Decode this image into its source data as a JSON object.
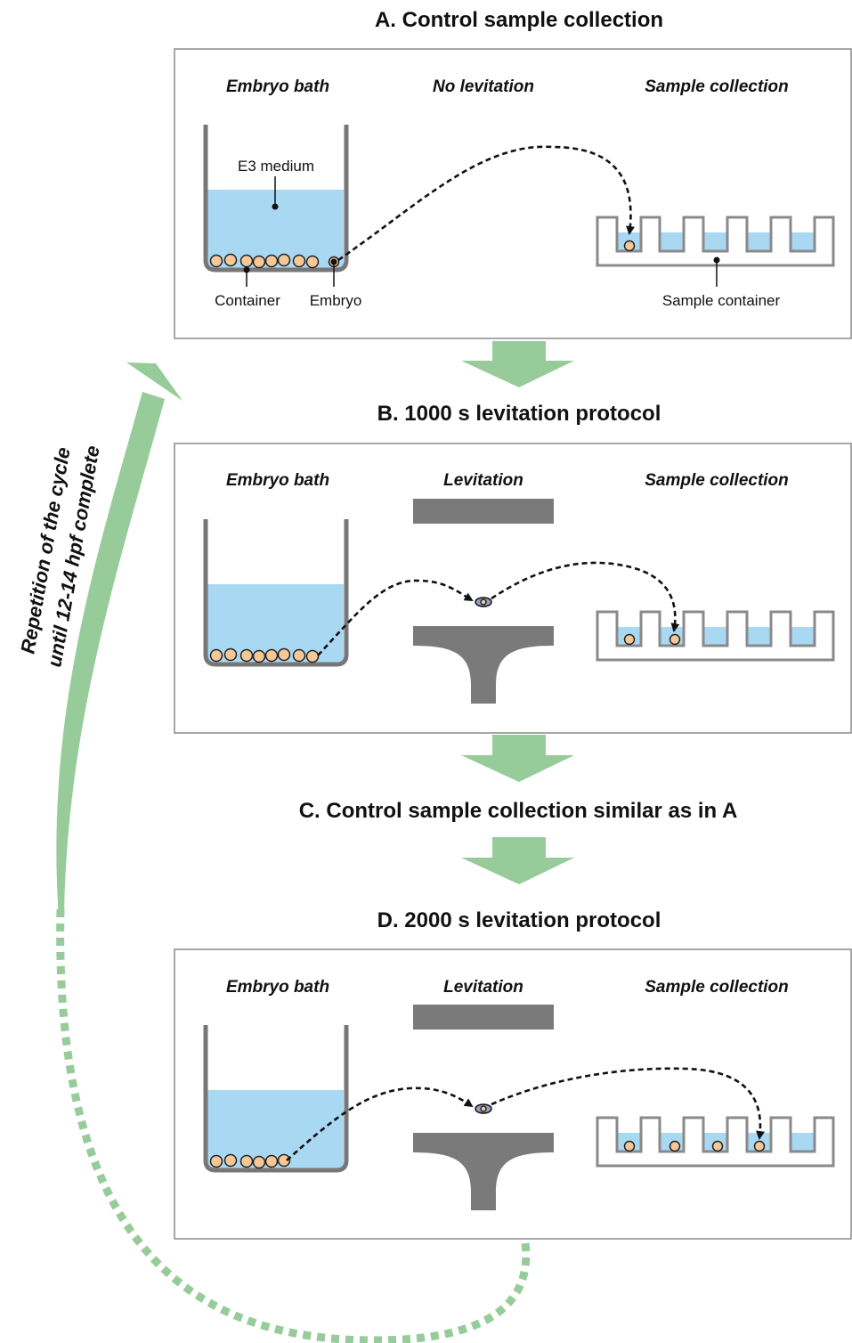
{
  "panel_a": {
    "title": "A. Control sample collection",
    "col_bath": "Embryo bath",
    "col_middle": "No levitation",
    "col_collection": "Sample collection",
    "label_medium": "E3 medium",
    "label_container": "Container",
    "label_embryo": "Embryo",
    "label_sample_container": "Sample container"
  },
  "panel_b": {
    "title": "B. 1000 s levitation protocol",
    "col_bath": "Embryo bath",
    "col_middle": "Levitation",
    "col_collection": "Sample collection"
  },
  "panel_c": {
    "title": "C. Control sample collection similar as in A"
  },
  "panel_d": {
    "title": "D. 2000 s levitation protocol",
    "col_bath": "Embryo bath",
    "col_middle": "Levitation",
    "col_collection": "Sample collection"
  },
  "cycle": {
    "line1": "Repetition of the cycle",
    "line2": "until 12-14 hpf complete"
  },
  "colors": {
    "water": "#a9d8f3",
    "embryo": "#f6c898",
    "flow_arrow": "#97cc9a",
    "magnet": "#7a7a7a"
  }
}
